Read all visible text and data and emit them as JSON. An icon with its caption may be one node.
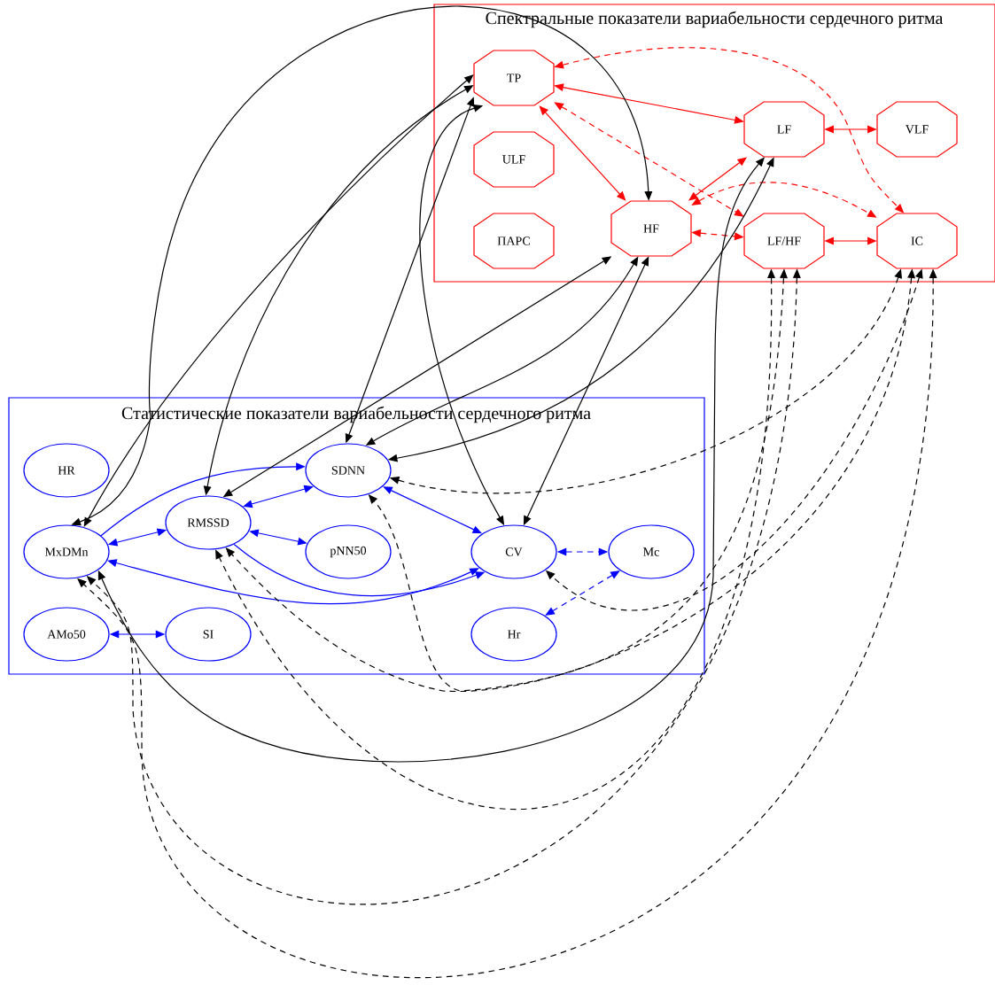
{
  "diagram": {
    "nodes": [
      {
        "text": [
          "Спектральные показатели вариабельности сердечного ритма"
        ]
      },
      {
        "text": [
          "TP"
        ],
        "in": 0
      },
      {
        "text": [
          "ULF"
        ],
        "in": 0
      },
      {
        "text": [
          "ПАРС"
        ],
        "in": 0
      },
      {
        "text": [
          "HF"
        ],
        "in": 0
      },
      {
        "text": [
          "LF"
        ],
        "in": 0
      },
      {
        "text": [
          "VLF"
        ],
        "in": 0
      },
      {
        "text": [
          "LF/HF"
        ],
        "in": 0
      },
      {
        "text": [
          "IC"
        ],
        "in": 0
      },
      {
        "text": [
          "Статистические показатели вариабельности сердечного ритма"
        ]
      },
      {
        "text": [
          "HR"
        ],
        "in": 9
      },
      {
        "text": [
          "MxDMn"
        ],
        "in": 9
      },
      {
        "text": [
          "AMo50"
        ],
        "in": 9
      },
      {
        "text": [
          "RMSSD"
        ],
        "in": 9
      },
      {
        "text": [
          "SI"
        ],
        "in": 9
      },
      {
        "text": [
          "SDNN"
        ],
        "in": 9
      },
      {
        "text": [
          "pNN50"
        ],
        "in": 9
      },
      {
        "text": [
          "CV"
        ],
        "in": 9
      },
      {
        "text": [
          "Hr"
        ],
        "in": 9
      },
      {
        "text": [
          "Mc"
        ],
        "in": 9
      }
    ],
    "edges": [
      {
        "from": 1,
        "to": 5,
        "arrow": "both",
        "color": "#ff0000"
      },
      {
        "from": 1,
        "to": 4,
        "arrow": "both",
        "color": "#ff0000"
      },
      {
        "from": 4,
        "to": 5,
        "arrow": "both",
        "color": "#ff0000"
      },
      {
        "from": 5,
        "to": 6,
        "arrow": "both",
        "color": "#ff0000"
      },
      {
        "from": 7,
        "to": 8,
        "arrow": "both",
        "color": "#ff0000"
      },
      {
        "from": 4,
        "to": 7,
        "arrow": "both",
        "style": "dashed",
        "color": "#ff0000"
      },
      {
        "from": 1,
        "to": 7,
        "arrow": "both",
        "style": "dashed",
        "color": "#ff0000"
      },
      {
        "from": 1,
        "to": 8,
        "arrow": "both",
        "style": "dashed",
        "color": "#ff0000"
      },
      {
        "from": 4,
        "to": 8,
        "arrow": "both",
        "style": "dashed",
        "color": "#ff0000"
      },
      {
        "from": 11,
        "to": 15,
        "arrow": "to",
        "color": "#0000ff"
      },
      {
        "from": 11,
        "to": 13,
        "arrow": "both",
        "color": "#0000ff"
      },
      {
        "from": 13,
        "to": 15,
        "arrow": "both",
        "color": "#0000ff"
      },
      {
        "from": 13,
        "to": 16,
        "arrow": "both",
        "color": "#0000ff"
      },
      {
        "from": 15,
        "to": 17,
        "arrow": "both",
        "color": "#0000ff"
      },
      {
        "from": 11,
        "to": 17,
        "arrow": "both",
        "color": "#0000ff"
      },
      {
        "from": 13,
        "to": 17,
        "arrow": "to",
        "color": "#0000ff"
      },
      {
        "from": 17,
        "to": 19,
        "arrow": "both",
        "style": "dashed",
        "color": "#0000ff"
      },
      {
        "from": 19,
        "to": 18,
        "arrow": "both",
        "style": "dashed",
        "color": "#0000ff"
      },
      {
        "from": 12,
        "to": 14,
        "arrow": "both",
        "color": "#0000ff"
      },
      {
        "from": 1,
        "to": 11,
        "arrow": "both"
      },
      {
        "from": 1,
        "to": 13,
        "arrow": "both"
      },
      {
        "from": 1,
        "to": 15,
        "arrow": "both"
      },
      {
        "from": 1,
        "to": 17,
        "arrow": "both"
      },
      {
        "from": 4,
        "to": 11,
        "arrow": "both"
      },
      {
        "from": 4,
        "to": 13,
        "arrow": "both"
      },
      {
        "from": 4,
        "to": 15,
        "arrow": "both"
      },
      {
        "from": 4,
        "to": 17,
        "arrow": "both"
      },
      {
        "from": 5,
        "to": 15,
        "arrow": "both"
      },
      {
        "from": 5,
        "to": 11,
        "arrow": "both"
      },
      {
        "from": 8,
        "to": 15,
        "arrow": "both",
        "style": "dashed"
      },
      {
        "from": 7,
        "to": 15,
        "arrow": "both",
        "style": "dashed"
      },
      {
        "from": 8,
        "to": 13,
        "arrow": "both",
        "style": "dashed"
      },
      {
        "from": 7,
        "to": 13,
        "arrow": "both",
        "style": "dashed"
      },
      {
        "from": 8,
        "to": 17,
        "arrow": "both",
        "style": "dashed"
      },
      {
        "from": 7,
        "to": 11,
        "arrow": "both",
        "style": "dashed"
      },
      {
        "from": 8,
        "to": 11,
        "arrow": "both",
        "style": "dashed"
      }
    ]
  }
}
